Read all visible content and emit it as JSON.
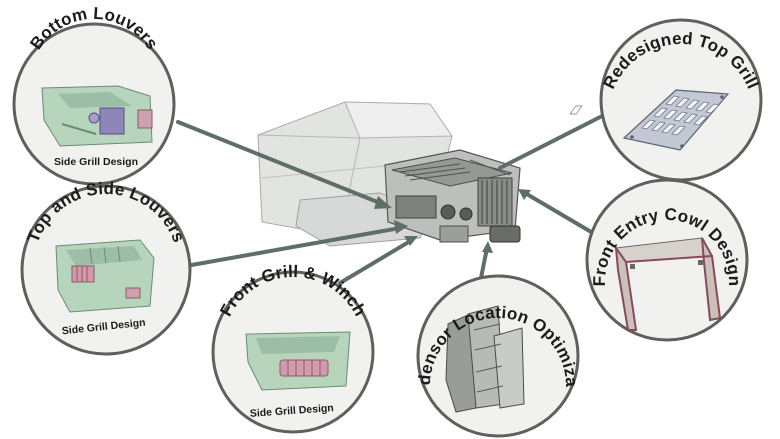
{
  "diagram": {
    "callouts": [
      {
        "id": "bottom-louvers",
        "title": "Bottom Louvers",
        "subtitle": "Side Grill Design"
      },
      {
        "id": "top-side-louvers",
        "title": "Top and Side Louvers",
        "subtitle": "Side Grill Design"
      },
      {
        "id": "front-grill-winch",
        "title": "Front Grill & Winch",
        "subtitle": "Side Grill Design"
      },
      {
        "id": "condensor",
        "title": "Condensor Location Optimization",
        "subtitle": ""
      },
      {
        "id": "front-entry-cowl",
        "title": "Front Entry Cowl Design",
        "subtitle": ""
      },
      {
        "id": "redesigned-top-grill",
        "title": "Redesigned Top Grill",
        "subtitle": ""
      }
    ]
  },
  "colors": {
    "circle_fill": "#f1f2f0",
    "circle_stroke": "#5d605b",
    "leader_line": "#5f6e67",
    "model_green": "#a9ccb3",
    "accent_pink": "#c9a2b5"
  }
}
